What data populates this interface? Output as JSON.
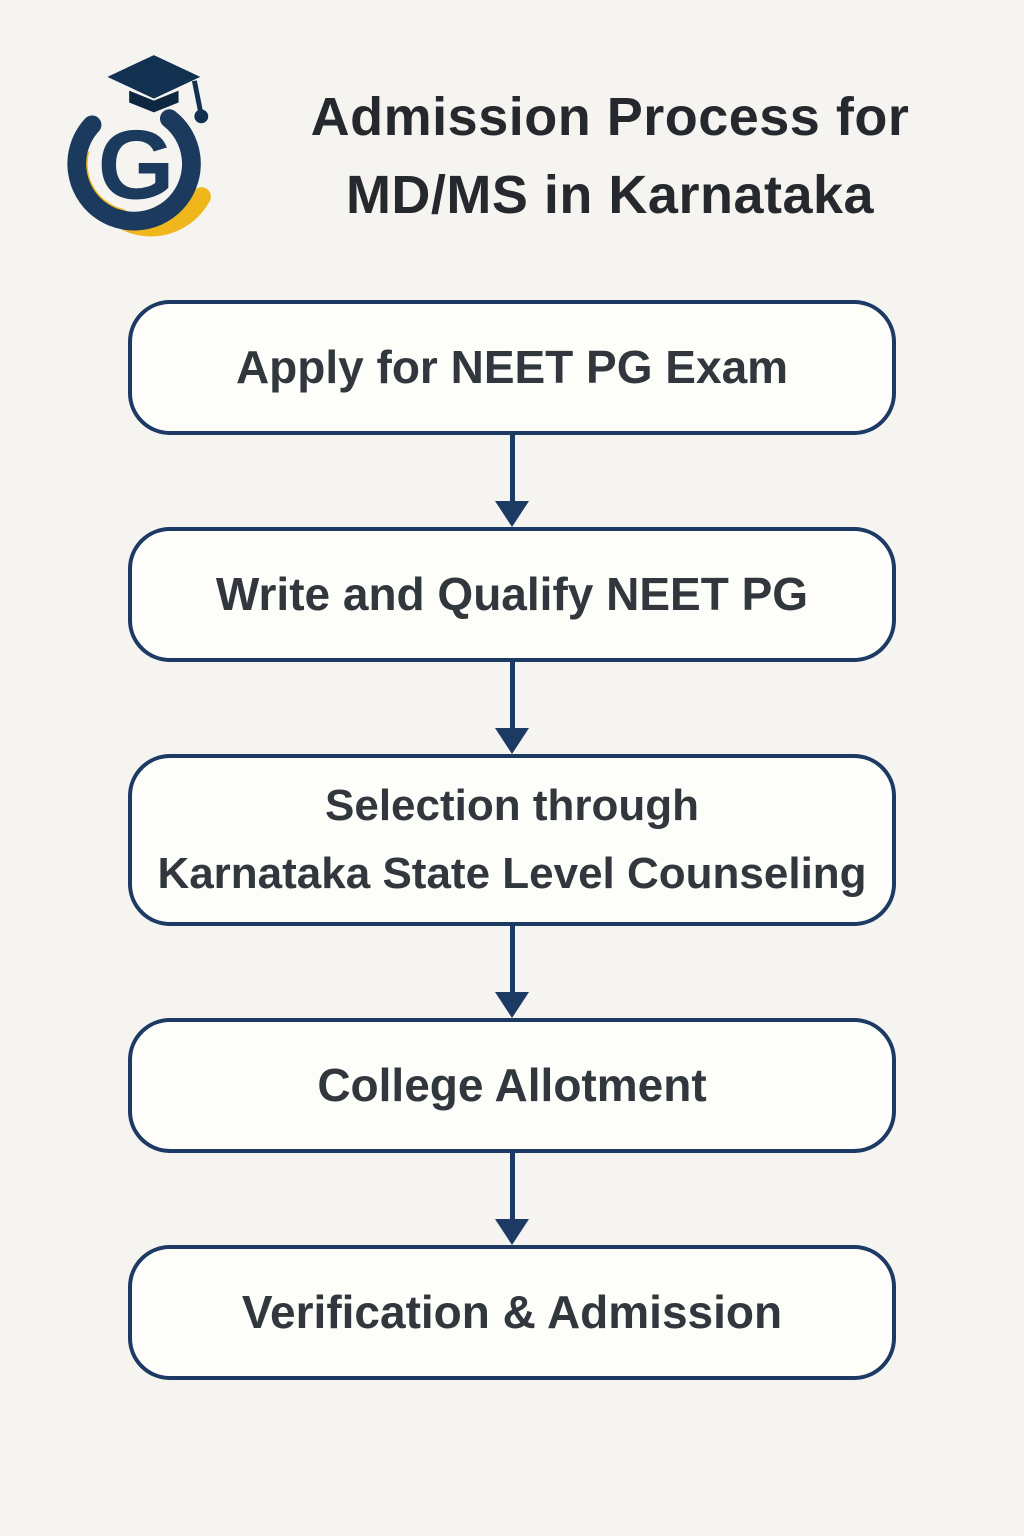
{
  "title": {
    "line1": "Admission Process for",
    "line2": "MD/MS in Karnataka"
  },
  "logo": {
    "letter": "G"
  },
  "colors": {
    "background": "#f5f4f0",
    "navy": "#1c3a63",
    "yellow": "#f0b71c",
    "text_dark": "#31373d",
    "box_fill": "#fdfdfa"
  },
  "steps": [
    {
      "lines": [
        "Apply for NEET PG Exam"
      ]
    },
    {
      "lines": [
        "Write and Qualify NEET PG"
      ]
    },
    {
      "lines": [
        "Selection through",
        "Karnataka State Level Counseling"
      ]
    },
    {
      "lines": [
        "College Allotment"
      ]
    },
    {
      "lines": [
        "Verification & Admission"
      ]
    }
  ]
}
